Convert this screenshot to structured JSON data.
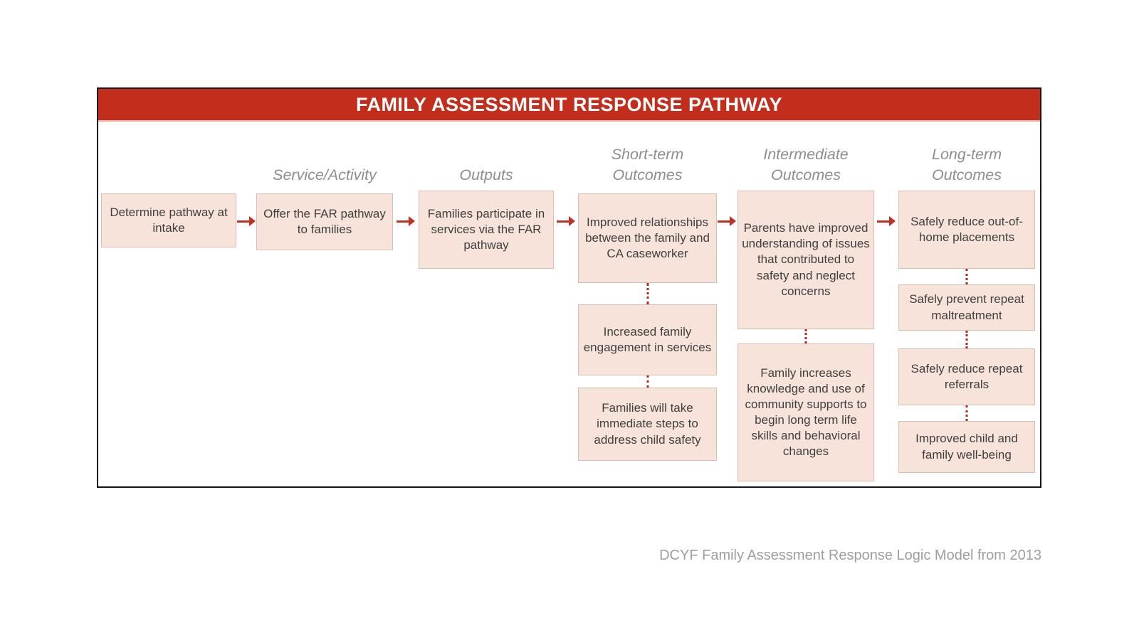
{
  "title": "FAMILY ASSESSMENT RESPONSE PATHWAY",
  "caption": "DCYF Family Assessment Response Logic Model from 2013",
  "columns": [
    {
      "header": "",
      "boxes": [
        "Determine pathway at intake"
      ]
    },
    {
      "header": "Service/Activity",
      "boxes": [
        "Offer the FAR pathway to families"
      ]
    },
    {
      "header": "Outputs",
      "boxes": [
        "Families participate in services via the FAR pathway"
      ]
    },
    {
      "header": "Short-term\nOutcomes",
      "boxes": [
        "Improved relationships between the family and CA caseworker",
        "Increased family engagement in services",
        "Families will take immediate steps to address child safety"
      ]
    },
    {
      "header": "Intermediate\nOutcomes",
      "boxes": [
        "Parents have improved understanding of issues that contributed to safety and neglect concerns",
        "Family increases knowledge and use of community supports to begin long term life skills and behavioral changes"
      ]
    },
    {
      "header": "Long-term\nOutcomes",
      "boxes": [
        "Safely reduce out-of-home placements",
        "Safely prevent repeat maltreatment",
        "Safely reduce repeat referrals",
        "Improved child and family well-being"
      ]
    }
  ],
  "colors": {
    "header_bar": "#c22d1c",
    "title_text": "#ffffff",
    "arrow": "#bf3122",
    "dotted_connector": "#b5291d",
    "box_fill": "#f8e3da",
    "box_border": "#d8bdb2",
    "box_text": "#3f3f3f",
    "column_header_text": "#8e8e8e",
    "caption_text": "#9e9e9e",
    "frame_border": "#161616"
  }
}
